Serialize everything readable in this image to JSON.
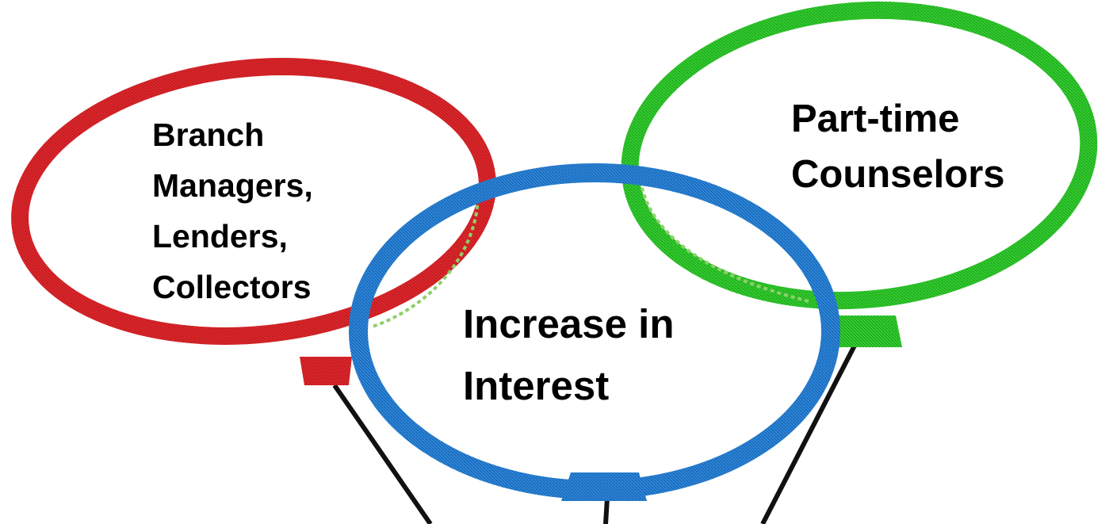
{
  "balloons": {
    "red": {
      "color": "#e0262b",
      "lines": [
        "Branch",
        "Managers,",
        "Lenders,",
        "Collectors"
      ]
    },
    "green": {
      "color": "#2fcf2c",
      "lines": [
        "Part-time",
        "Counselors"
      ]
    },
    "blue": {
      "color": "#2a86dc",
      "lines": [
        "Increase in",
        "Interest"
      ]
    }
  },
  "string_color": "#111111"
}
